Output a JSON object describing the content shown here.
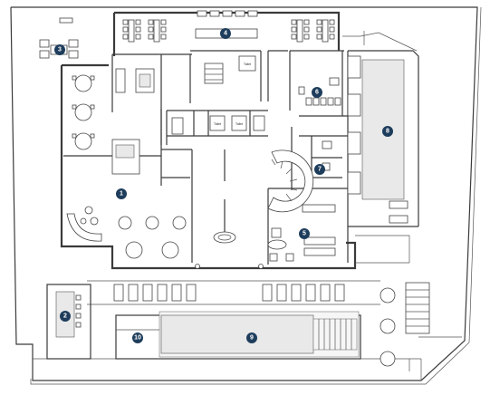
{
  "floor_plan": {
    "room_markers": [
      "1",
      "2",
      "3",
      "4",
      "5",
      "6",
      "7",
      "8",
      "9",
      "10"
    ],
    "fixture_labels": [
      "Toilet",
      "Toilet",
      "Toilet"
    ],
    "colors": {
      "marker_fill": "#1e3d5c",
      "marker_text": "#ffffff",
      "wall": "#3a3a3a",
      "background": "#ffffff"
    }
  }
}
